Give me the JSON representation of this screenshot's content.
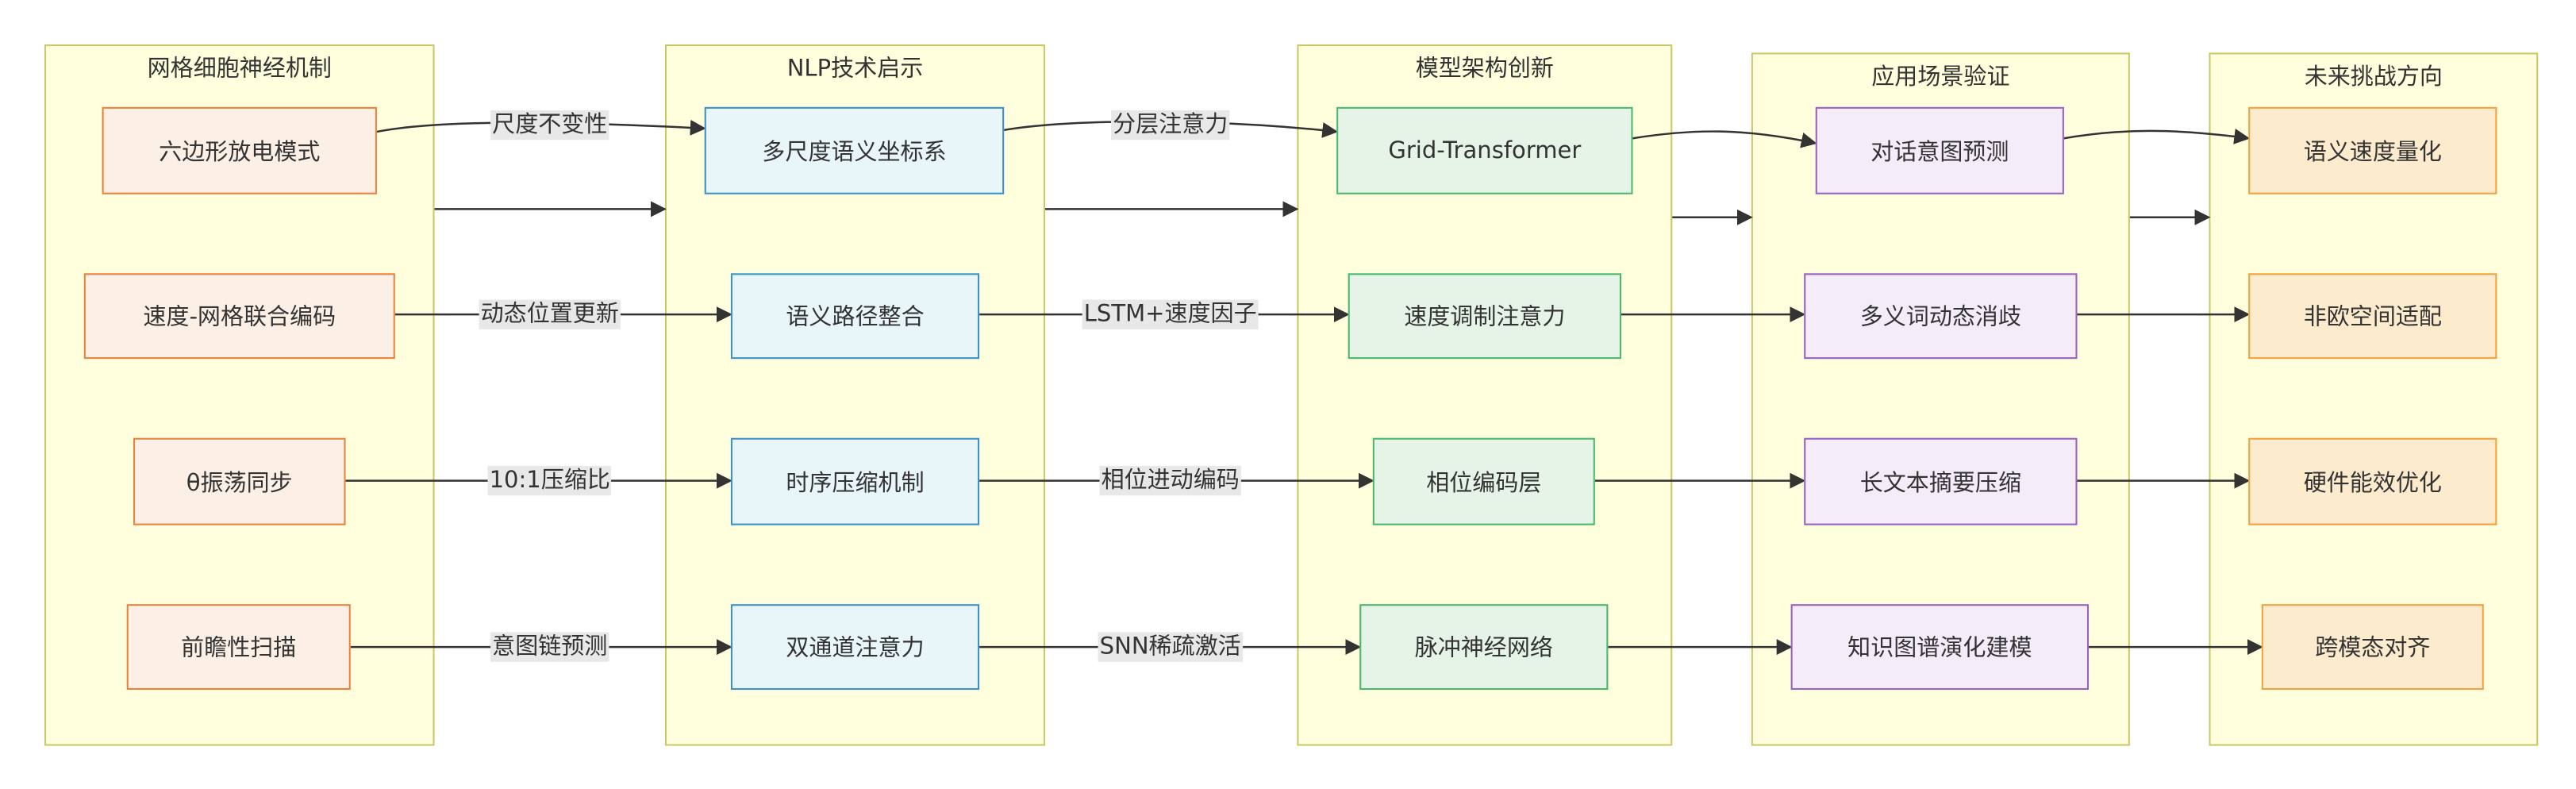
{
  "lanes": [
    {
      "title": "网格细胞神经机制"
    },
    {
      "title": "NLP技术启示"
    },
    {
      "title": "模型架构创新"
    },
    {
      "title": "应用场景验证"
    },
    {
      "title": "未来挑战方向"
    }
  ],
  "nodes": {
    "A1": "六边形放电模式",
    "A2": "速度-网格联合编码",
    "A3": "θ振荡同步",
    "A4": "前瞻性扫描",
    "B1": "多尺度语义坐标系",
    "B2": "语义路径整合",
    "B3": "时序压缩机制",
    "B4": "双通道注意力",
    "C1": "Grid-Transformer",
    "C2": "速度调制注意力",
    "C3": "相位编码层",
    "C4": "脉冲神经网络",
    "D1": "对话意图预测",
    "D2": "多义词动态消歧",
    "D3": "长文本摘要压缩",
    "D4": "知识图谱演化建模",
    "E1": "语义速度量化",
    "E2": "非欧空间适配",
    "E3": "硬件能效优化",
    "E4": "跨模态对齐"
  },
  "edge_labels": {
    "A1_B1": "尺度不变性",
    "A2_B2": "动态位置更新",
    "A3_B3": "10:1压缩比",
    "A4_B4": "意图链预测",
    "B1_C1": "分层注意力",
    "B2_C2": "LSTM+速度因子",
    "B3_C3": "相位进动编码",
    "B4_C4": "SNN稀疏激活"
  }
}
